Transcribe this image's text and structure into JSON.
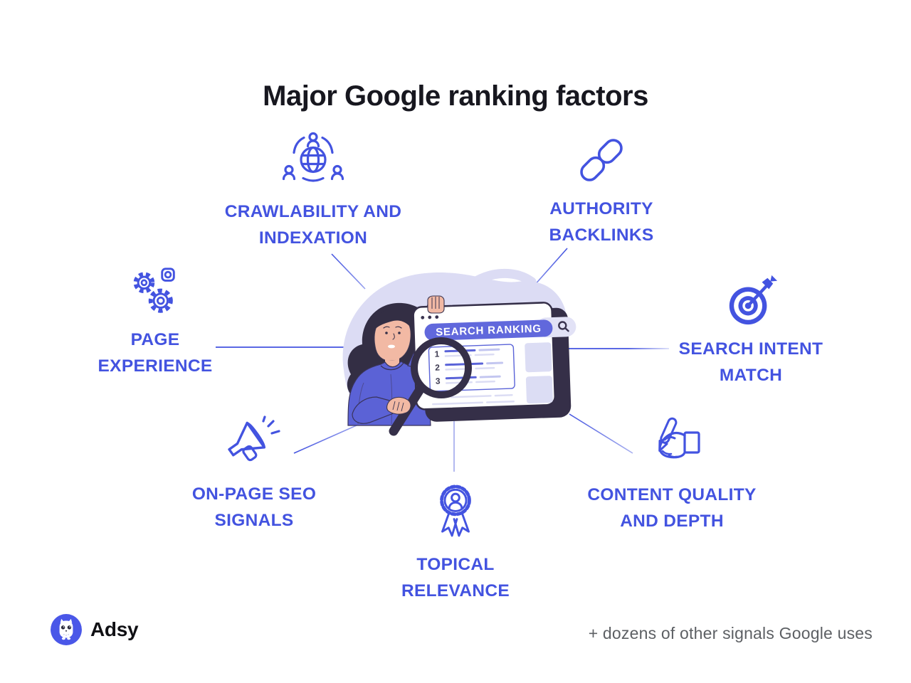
{
  "title": "Major Google ranking factors",
  "factors": [
    {
      "name": "crawlability-indexation",
      "icon": "network-globe-icon",
      "lines": [
        "CRAWLABILITY AND",
        "INDEXATION"
      ]
    },
    {
      "name": "authority-backlinks",
      "icon": "chain-link-icon",
      "lines": [
        "AUTHORITY",
        "BACKLINKS"
      ]
    },
    {
      "name": "page-experience",
      "icon": "gears-icon",
      "lines": [
        "PAGE",
        "EXPERIENCE"
      ]
    },
    {
      "name": "search-intent-match",
      "icon": "target-dart-icon",
      "lines": [
        "SEARCH INTENT",
        "MATCH"
      ]
    },
    {
      "name": "on-page-seo-signals",
      "icon": "megaphone-icon",
      "lines": [
        "ON-PAGE SEO",
        "SIGNALS"
      ]
    },
    {
      "name": "topical-relevance",
      "icon": "award-medal-icon",
      "lines": [
        "TOPICAL",
        "RELEVANCE"
      ]
    },
    {
      "name": "content-quality-depth",
      "icon": "writing-hand-icon",
      "lines": [
        "CONTENT QUALITY",
        "AND DEPTH"
      ]
    }
  ],
  "illustration": {
    "browser_title": "SEARCH RANKING",
    "ranking_numbers": [
      "1",
      "2",
      "3"
    ]
  },
  "footer": {
    "brand": "Adsy",
    "note": "+ dozens of other signals Google uses"
  },
  "colors": {
    "accent": "#4353e0",
    "illustration_purple": "#6168dc",
    "sweater_purple": "#5b62d6",
    "lavender": "#dcdcf4",
    "dark_outline": "#352f48",
    "title_text": "#17171f",
    "note_text": "#5d6064",
    "brand_blue": "#4a57e8"
  }
}
